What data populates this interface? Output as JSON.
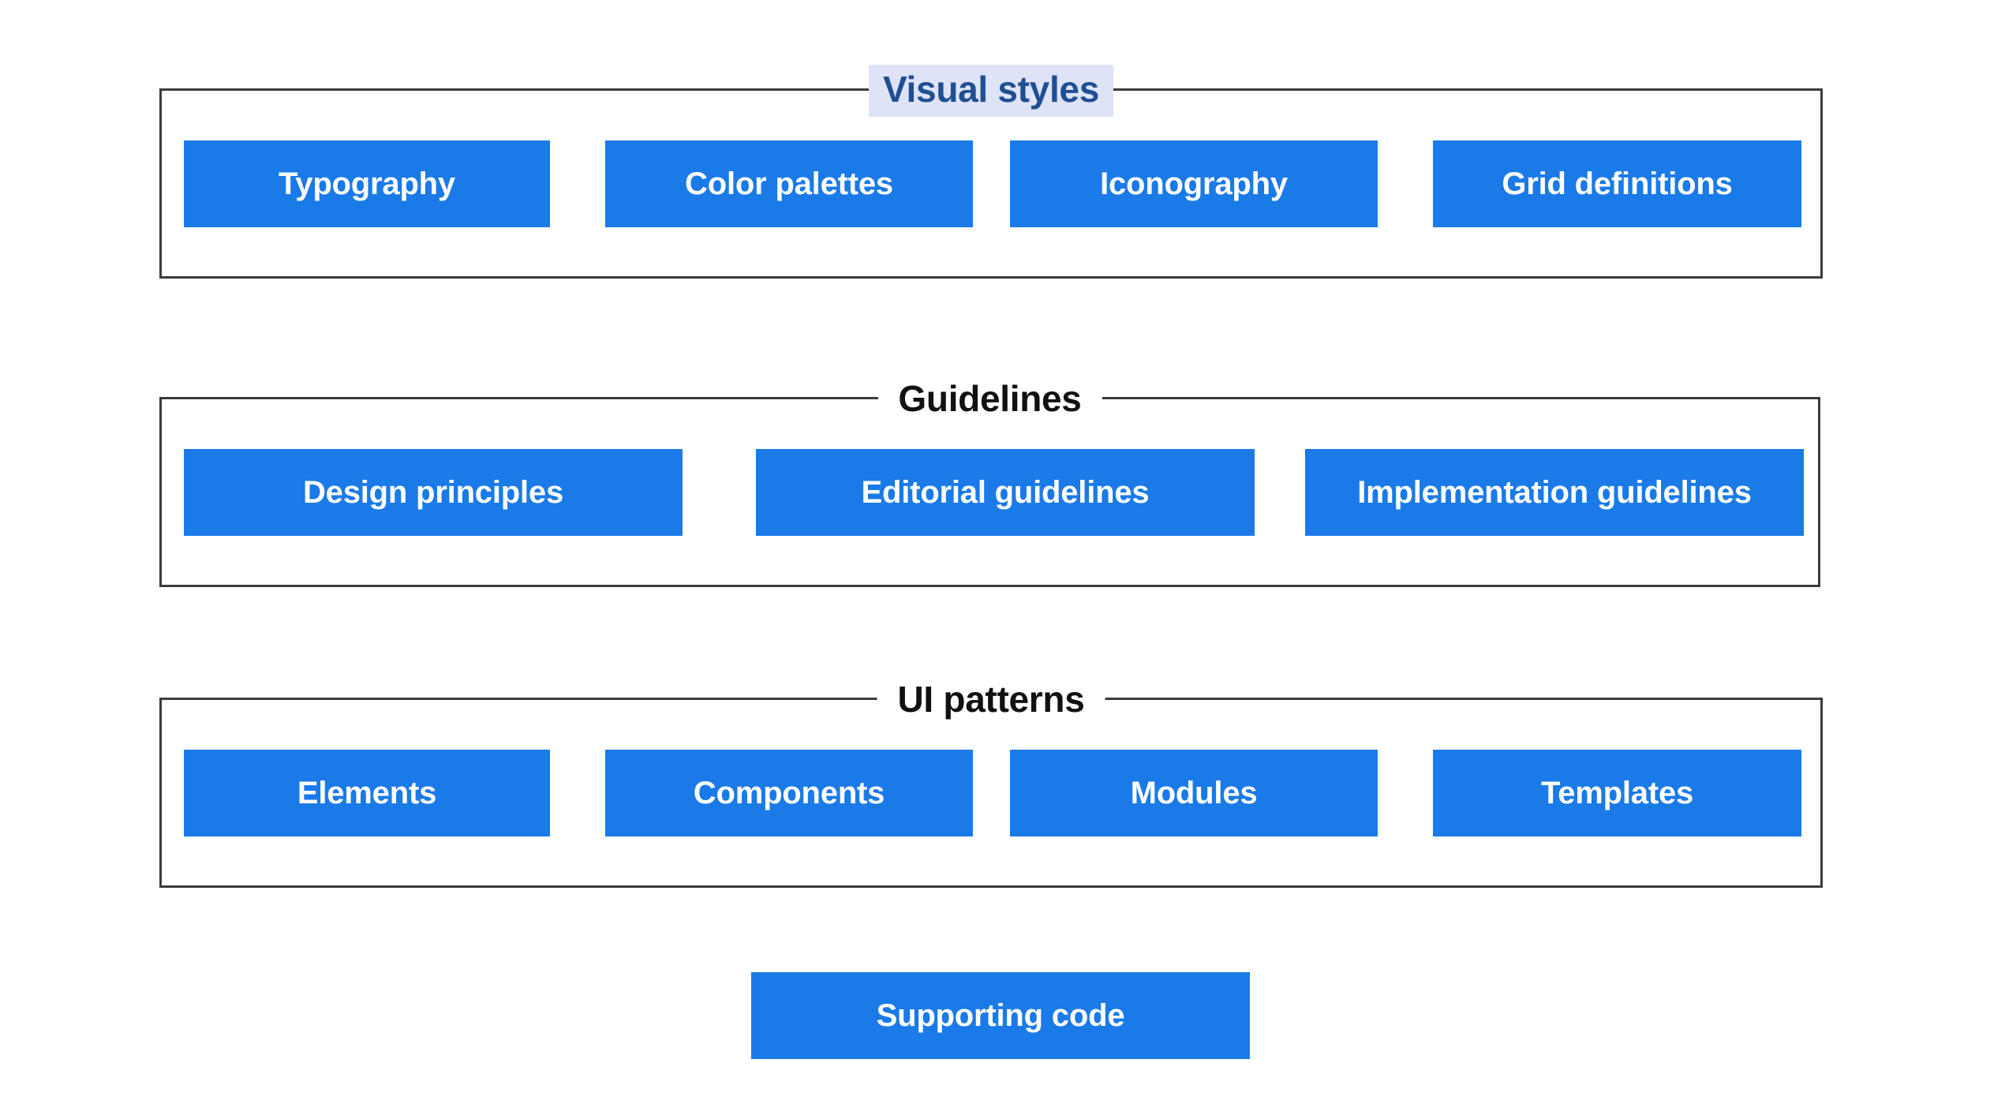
{
  "page": {
    "background_color": "#ffffff",
    "accent_color": "#1a7ae8",
    "border_color": "#3c3c3c",
    "selection_highlight_color": "#dee3f7",
    "selection_text_color": "#1f4f93"
  },
  "sections": [
    {
      "title": "Visual styles",
      "highlighted": true,
      "buttons": [
        {
          "label": "Typography"
        },
        {
          "label": "Color palettes"
        },
        {
          "label": "Iconography"
        },
        {
          "label": "Grid definitions"
        }
      ]
    },
    {
      "title": "Guidelines",
      "highlighted": false,
      "buttons": [
        {
          "label": "Design principles"
        },
        {
          "label": "Editorial guidelines"
        },
        {
          "label": "Implementation guidelines"
        }
      ]
    },
    {
      "title": "UI patterns",
      "highlighted": false,
      "buttons": [
        {
          "label": "Elements"
        },
        {
          "label": "Components"
        },
        {
          "label": "Modules"
        },
        {
          "label": "Templates"
        }
      ]
    }
  ],
  "standalone_button": {
    "label": "Supporting code"
  }
}
